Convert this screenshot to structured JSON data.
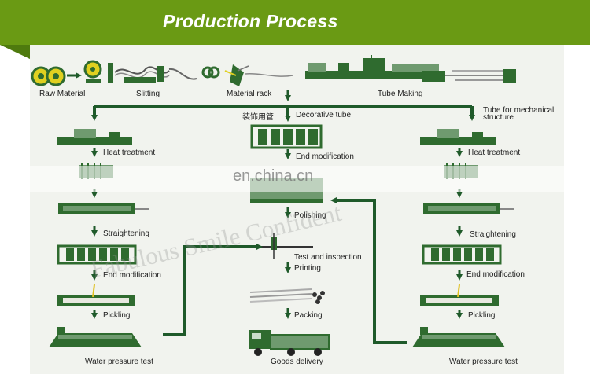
{
  "header": {
    "title": "Production Process"
  },
  "colors": {
    "banner": "#6a9a14",
    "machine": "#2f6b2f",
    "machine_light": "#6f9a6f",
    "arrow": "#1f5a2a",
    "panel": "#f1f3ee"
  },
  "top_row": {
    "raw_material": "Raw Material",
    "slitting": "Slitting",
    "material_rack": "Material rack",
    "tube_making": "Tube Making"
  },
  "branches": {
    "decorative_cn": "装饰用管",
    "decorative": "Decorative tube",
    "mechanical": "Tube for mechanical structure"
  },
  "left_column": {
    "heat_treatment": "Heat treatment",
    "straightening": "Straightening",
    "end_modification": "End modification",
    "pickling": "Pickling",
    "water_pressure_test": "Water pressure test"
  },
  "center_column": {
    "end_modification": "End modification",
    "polishing": "Polishing",
    "test_and_inspection": "Test and inspection",
    "printing": "Printing",
    "packing": "Packing",
    "goods_delivery": "Goods delivery"
  },
  "right_column": {
    "heat_treatment": "Heat treatment",
    "straightening": "Straightening",
    "end_modification": "End modification",
    "pickling": "Pickling",
    "water_pressure_test": "Water pressure test"
  },
  "watermark": {
    "site": "en.china.cn",
    "slogan": "Fabulous Smile Confident"
  }
}
